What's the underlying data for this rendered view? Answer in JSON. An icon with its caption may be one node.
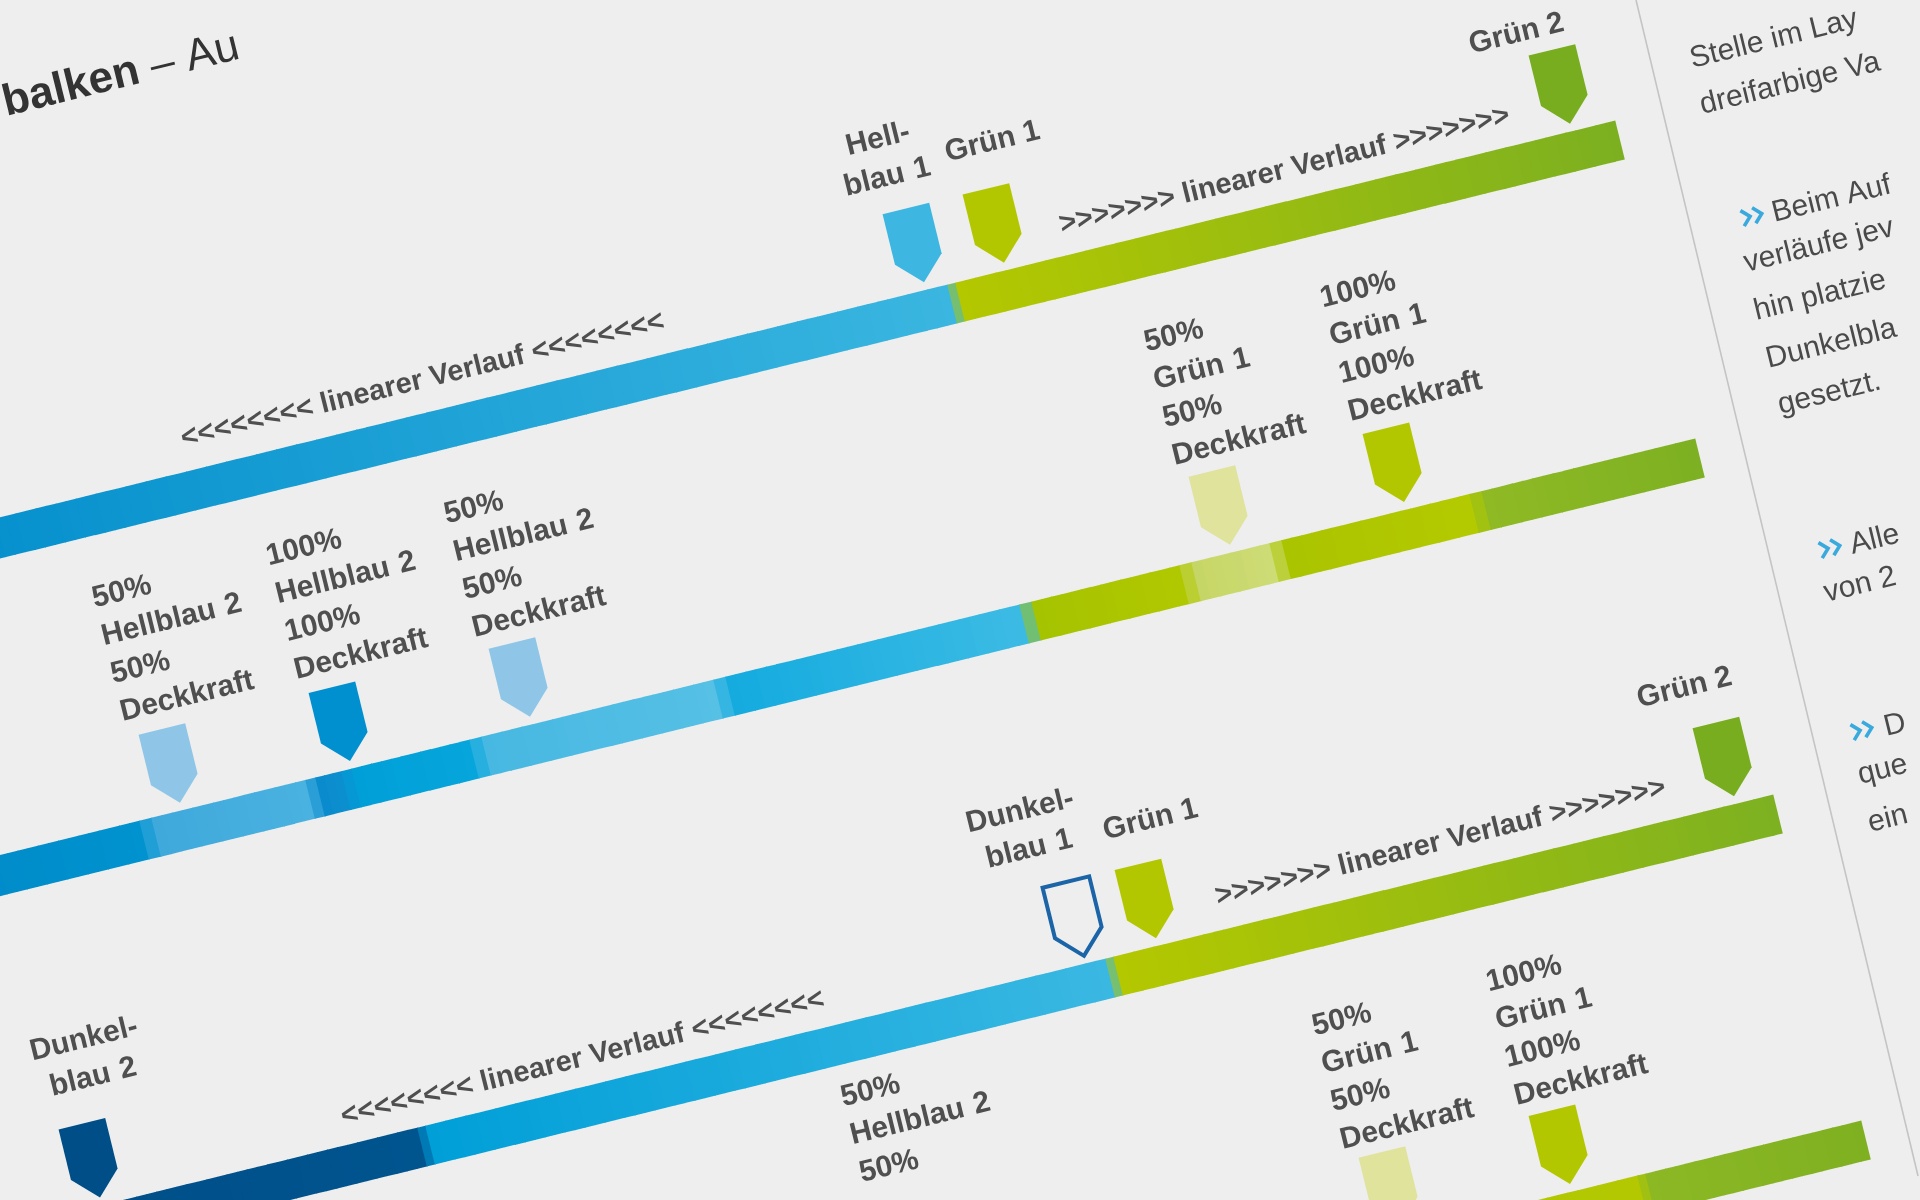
{
  "diagram": {
    "title": "**balken** – Au",
    "nodes": [
      {
        "text": [
          "Hell- blau 1"
        ]
      },
      {
        "text": [
          "Grün 1"
        ]
      },
      {
        "text": [
          "Grün 2"
        ]
      },
      {
        "text": [
          "50% Hellblau 2 50% Deckkraft"
        ]
      },
      {
        "text": [
          "100% Hellblau 2 100% Deckkraft"
        ]
      },
      {
        "text": [
          "50% Hellblau 2 50% Deckkraft"
        ]
      },
      {
        "text": [
          "50% Grün 1 50% Deckkraft"
        ]
      },
      {
        "text": [
          "100% Grün 1 100% Deckkraft"
        ]
      },
      {
        "text": [
          "Dunkel- blau 2"
        ]
      },
      {
        "text": [
          "Dunkel- blau 1"
        ]
      },
      {
        "text": [
          "Grün 1"
        ]
      },
      {
        "text": [
          "Grün 2"
        ]
      },
      {
        "text": [
          "50% Grün 1 50% Deckkraft"
        ]
      },
      {
        "text": [
          "100% Grün 1 100% Deckkraft"
        ]
      }
    ],
    "labels": [
      "<<<<<<<< linearer Verlauf <<<<<<<<",
      ">>>>>>> linearer Verlauf >>>>>>>",
      "<<<<<<<< linearer Verlauf <<<<<<<<",
      ">>>>>>> linearer Verlauf >>>>>>>",
      "50% Hellblau 2 50%",
      "Stelle im Lay",
      "dreifarbige Va",
      "Beim Auf",
      "verläufe jev",
      "hin platzie",
      "Dunkelbla",
      "gesetzt.",
      "Alle",
      "von 2",
      "D",
      "que",
      "ein"
    ]
  }
}
